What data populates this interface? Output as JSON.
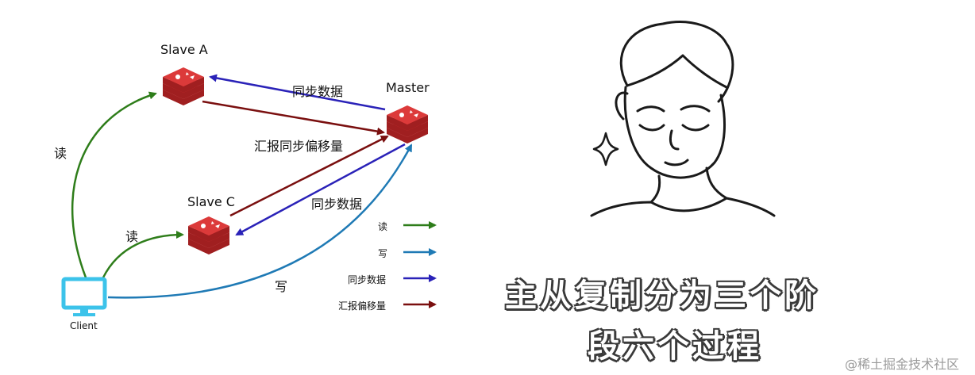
{
  "diagram": {
    "nodes": {
      "slave_a": "Slave A",
      "master": "Master",
      "slave_c": "Slave C",
      "client": "Client"
    },
    "edges": {
      "sync_a": "同步数据",
      "report_offset": "汇报同步偏移量",
      "sync_c": "同步数据",
      "read_a": "读",
      "read_c": "读",
      "write": "写"
    },
    "legend": [
      {
        "label": "读",
        "color": "#2e7d1a"
      },
      {
        "label": "写",
        "color": "#1f7ab5"
      },
      {
        "label": "同步数据",
        "color": "#2a22b8"
      },
      {
        "label": "汇报偏移量",
        "color": "#7a0f0f"
      }
    ],
    "colors": {
      "read": "#2e7d1a",
      "write": "#1f7ab5",
      "sync": "#2a22b8",
      "report": "#7a0f0f",
      "redis": "#c8282a",
      "client": "#3cc3ea"
    }
  },
  "caption": {
    "line1": "主从复制分为三个阶",
    "line2": "段六个过程"
  },
  "watermark": "@稀土掘金技术社区",
  "illustration": {
    "icon": "person-eyes-closed-icon"
  }
}
